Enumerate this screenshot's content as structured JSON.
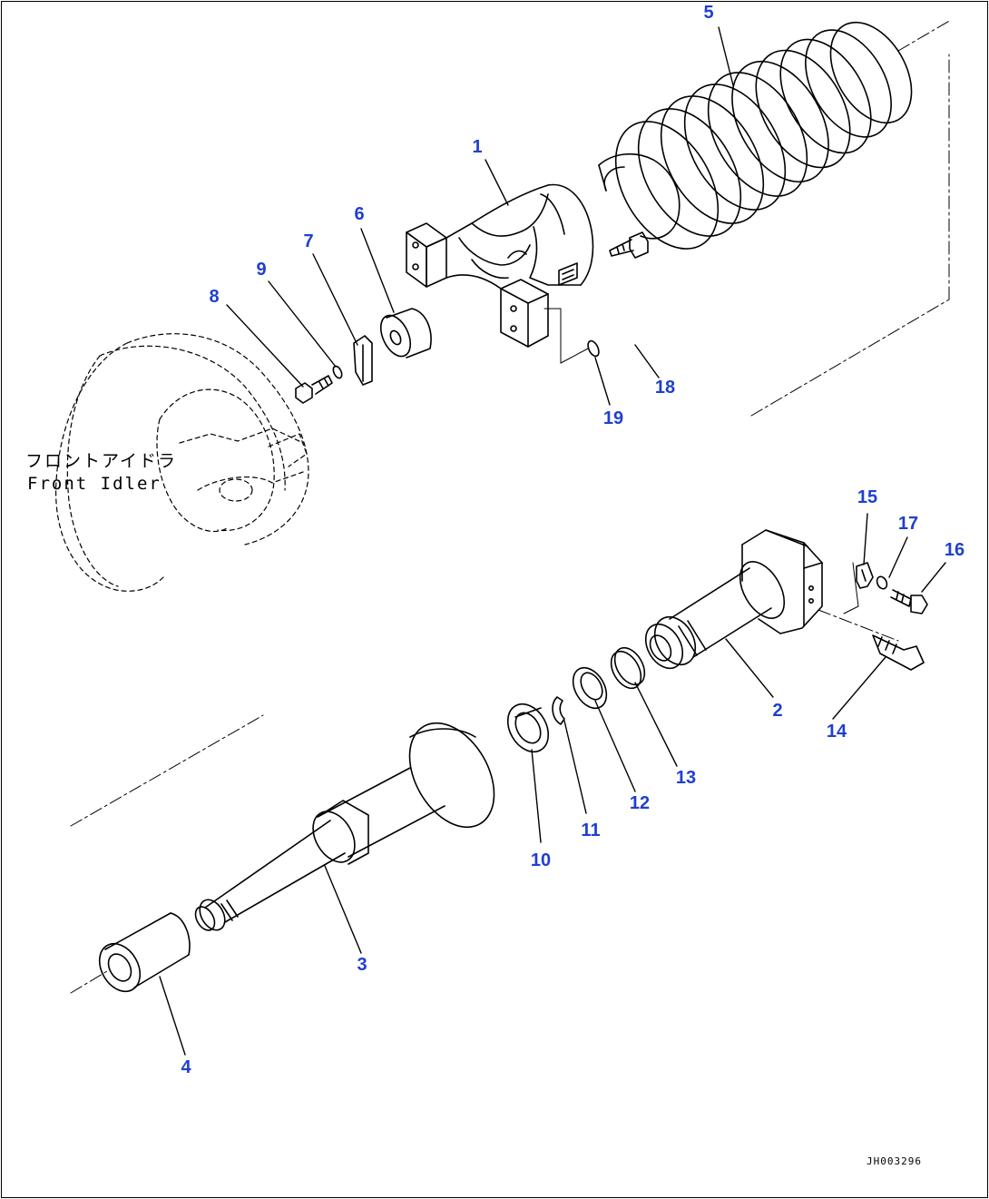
{
  "labels": {
    "front_idler_jp": "フロントアイドラ",
    "front_idler_en": "Front Idler",
    "drawing_code": "JH003296"
  },
  "parts": [
    {
      "num": "1"
    },
    {
      "num": "2"
    },
    {
      "num": "3"
    },
    {
      "num": "4"
    },
    {
      "num": "5"
    },
    {
      "num": "6"
    },
    {
      "num": "7"
    },
    {
      "num": "8"
    },
    {
      "num": "9"
    },
    {
      "num": "10"
    },
    {
      "num": "11"
    },
    {
      "num": "12"
    },
    {
      "num": "13"
    },
    {
      "num": "14"
    },
    {
      "num": "15"
    },
    {
      "num": "16"
    },
    {
      "num": "17"
    },
    {
      "num": "18"
    },
    {
      "num": "19"
    }
  ],
  "colors": {
    "callout": "#1f3fd0",
    "line": "#000000"
  }
}
